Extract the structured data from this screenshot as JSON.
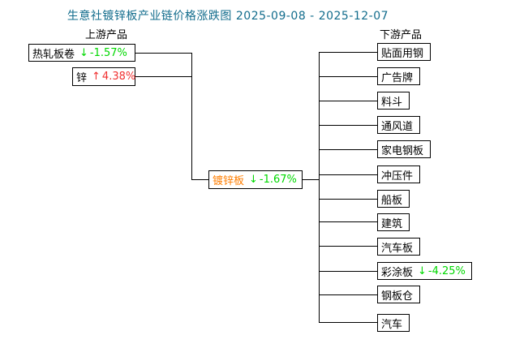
{
  "title": {
    "text": "生意社镀锌板产业链价格涨跌图",
    "date_range": "2025-09-08 - 2025-12-07"
  },
  "sections": {
    "upstream_label": "上游产品",
    "downstream_label": "下游产品"
  },
  "upstream": [
    {
      "name": "热轧板卷",
      "arrow": "↓",
      "change": "-1.57%",
      "direction": "down"
    },
    {
      "name": "锌",
      "arrow": "↑",
      "change": "4.38%",
      "direction": "up"
    }
  ],
  "center": {
    "name": "镀锌板",
    "arrow": "↓",
    "change": "-1.67%",
    "direction": "down"
  },
  "downstream": [
    {
      "name": "贴面用钢"
    },
    {
      "name": "广告牌"
    },
    {
      "name": "料斗"
    },
    {
      "name": "通风道"
    },
    {
      "name": "家电钢板"
    },
    {
      "name": "冲压件"
    },
    {
      "name": "船板"
    },
    {
      "name": "建筑"
    },
    {
      "name": "汽车板"
    },
    {
      "name": "彩涂板",
      "arrow": "↓",
      "change": "-4.25%",
      "direction": "down"
    },
    {
      "name": "钢板仓"
    },
    {
      "name": "汽车"
    }
  ],
  "colors": {
    "down": "#00d800",
    "up": "#f03030",
    "accent": "#ff7e00",
    "title": "#126c8c",
    "line": "#000000"
  }
}
